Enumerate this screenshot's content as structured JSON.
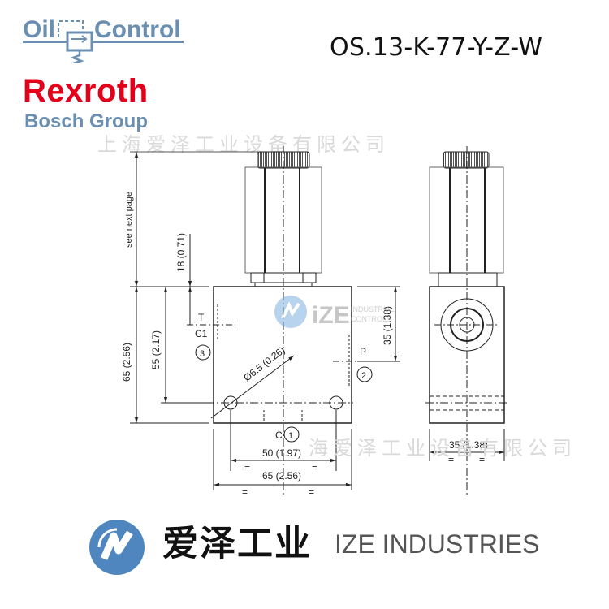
{
  "header": {
    "oil_control_logo": {
      "left": "Oil",
      "right": "Control",
      "color": "#6b8fb0"
    },
    "brand": "Rexroth",
    "brand_color": "#e2001a",
    "sub_brand": "Bosch Group",
    "sub_brand_color": "#6b8fb0",
    "model": "OS.13-K-77-Y-Z-W"
  },
  "watermarks": {
    "top": "上海爱泽工业设备有限公司",
    "bottom": "海爱泽工业设备有限公司",
    "center_logo_text": "iZE",
    "center_logo_sub1": "INDUSTRIAL",
    "center_logo_sub2": "CONTROLS"
  },
  "drawing": {
    "dim_see_next": "see next page",
    "dim_18": "18 (0.71)",
    "dim_65_v": "65 (2.56)",
    "dim_55": "55 (2.17)",
    "dim_35_v": "35 (1.38)",
    "dim_hole": "Ø6.5 (0.26)",
    "dim_50": "50 (1.97)",
    "dim_65_h": "65 (2.56)",
    "dim_35_h": "35 (1.38)",
    "equal_sign": "=",
    "port_T": "T",
    "port_C1": "C1",
    "port_C1_num": "3",
    "port_P": "P",
    "port_P_num": "2",
    "port_C": "C",
    "port_C_num": "1"
  },
  "footer": {
    "logo": "ize-logo-icon",
    "name_cn": "爱泽工业",
    "name_en": "IZE INDUSTRIES",
    "logo_color": "#4f86bf"
  }
}
